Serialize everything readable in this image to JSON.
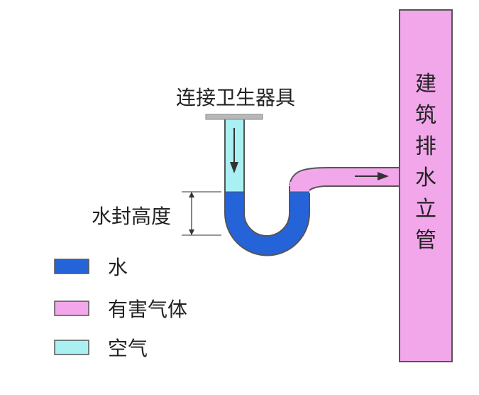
{
  "labels": {
    "fixture": "连接卫生器具",
    "seal_height": "水封高度",
    "stack": [
      "建",
      "筑",
      "排",
      "水",
      "立",
      "管"
    ]
  },
  "legend": [
    {
      "label": "水",
      "color": "#2563d9"
    },
    {
      "label": "有害气体",
      "color": "#f2a7ea"
    },
    {
      "label": "空气",
      "color": "#a9f0f3"
    }
  ],
  "colors": {
    "water": "#2563d9",
    "gas": "#f2a7ea",
    "air": "#a9f0f3",
    "outline": "#555555",
    "flange": "#b8b8b8",
    "arrow": "#333333"
  }
}
